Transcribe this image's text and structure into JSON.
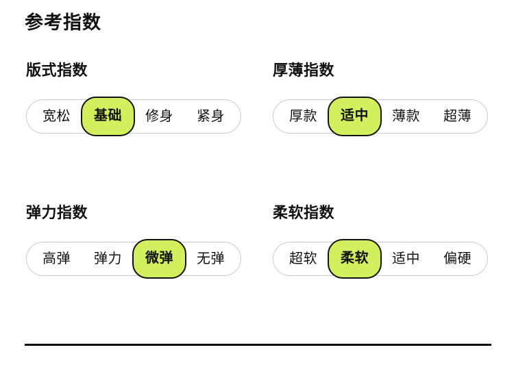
{
  "page": {
    "title": "参考指数",
    "background": "#ffffff",
    "accent": "#d2ef5e",
    "border_color": "#c9c9c9",
    "text_color": "#121212",
    "divider_color": "#0b0b0b"
  },
  "groups": [
    {
      "title": "版式指数",
      "options": [
        "宽松",
        "基础",
        "修身",
        "紧身"
      ],
      "selected_index": 1,
      "selected_value": "基础"
    },
    {
      "title": "厚薄指数",
      "options": [
        "厚款",
        "适中",
        "薄款",
        "超薄"
      ],
      "selected_index": 1,
      "selected_value": "适中"
    },
    {
      "title": "弹力指数",
      "options": [
        "高弹",
        "弹力",
        "微弹",
        "无弹"
      ],
      "selected_index": 2,
      "selected_value": "微弹"
    },
    {
      "title": "柔软指数",
      "options": [
        "超软",
        "柔软",
        "适中",
        "偏硬"
      ],
      "selected_index": 1,
      "selected_value": "柔软"
    }
  ]
}
